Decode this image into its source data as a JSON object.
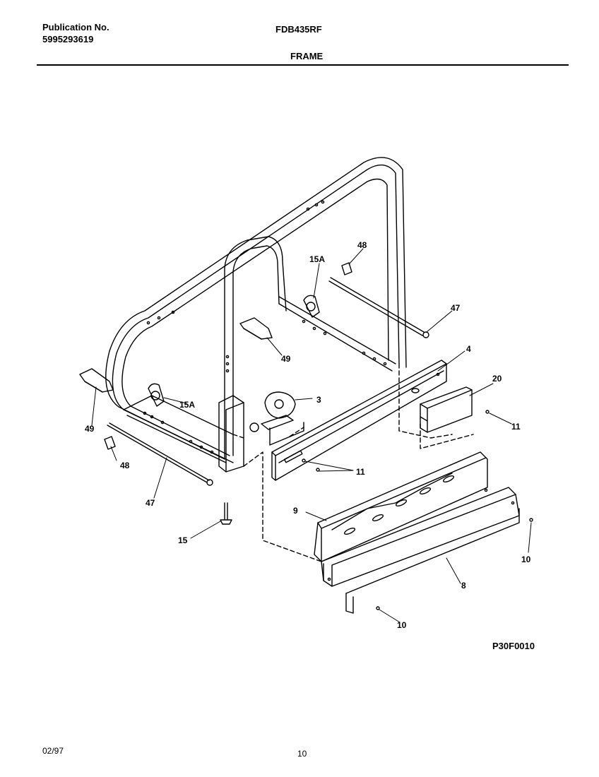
{
  "header": {
    "publication_label": "Publication No.",
    "publication_number": "5995293619",
    "model": "FDB435RF",
    "section": "FRAME"
  },
  "callouts": {
    "c4": "4",
    "c3": "3",
    "c9": "9",
    "c8": "8",
    "c10a": "10",
    "c10b": "10",
    "c11a": "11",
    "c11b": "11",
    "c15": "15",
    "c15a_left": "15A",
    "c15a_right": "15A",
    "c20": "20",
    "c47_left": "47",
    "c47_right": "47",
    "c48_left": "48",
    "c48_right": "48",
    "c49_left": "49",
    "c49_right": "49"
  },
  "diagram_ref": "P30F0010",
  "footer": {
    "date": "02/97",
    "page": "10"
  }
}
